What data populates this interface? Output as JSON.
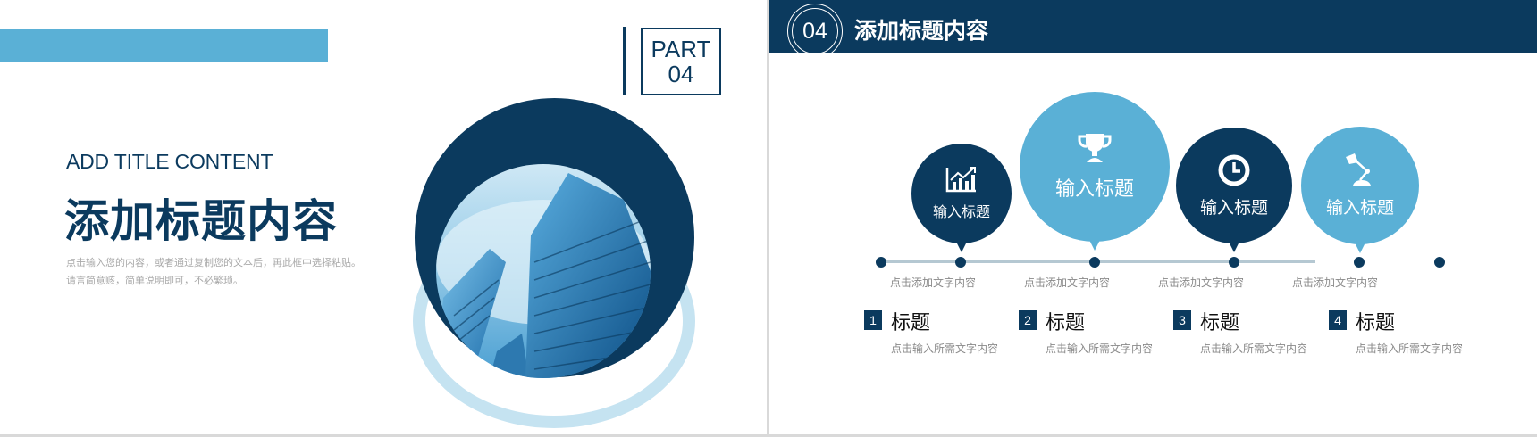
{
  "left_slide": {
    "part_label": "PART",
    "part_number": "04",
    "english_title": "ADD TITLE CONTENT",
    "chinese_title": "添加标题内容",
    "description_lines": [
      "点击输入您的内容，或者通过复制您的文本后，再此框中选择粘贴。",
      "请言简意赅，简单说明即可，不必繁琐。"
    ],
    "image_alt": "glass skyscrapers looking up",
    "colors": {
      "navy": "#0b3a5e",
      "sky": "#5ab0d6",
      "pale": "#bfe0f0"
    }
  },
  "right_slide": {
    "header": {
      "badge_number": "04",
      "title": "添加标题内容"
    },
    "bubbles": [
      {
        "icon": "chart-icon",
        "label": "输入标题",
        "style": "dark"
      },
      {
        "icon": "trophy-icon",
        "label": "输入标题",
        "style": "light"
      },
      {
        "icon": "clock-icon",
        "label": "输入标题",
        "style": "dark"
      },
      {
        "icon": "lamp-icon",
        "label": "输入标题",
        "style": "light"
      }
    ],
    "timeline_captions": [
      "点击添加文字内容",
      "点击添加文字内容",
      "点击添加文字内容",
      "点击添加文字内容"
    ],
    "items": [
      {
        "number": "1",
        "title": "标题",
        "description": "点击输入所需文字内容"
      },
      {
        "number": "2",
        "title": "标题",
        "description": "点击输入所需文字内容"
      },
      {
        "number": "3",
        "title": "标题",
        "description": "点击输入所需文字内容"
      },
      {
        "number": "4",
        "title": "标题",
        "description": "点击输入所需文字内容"
      }
    ]
  }
}
